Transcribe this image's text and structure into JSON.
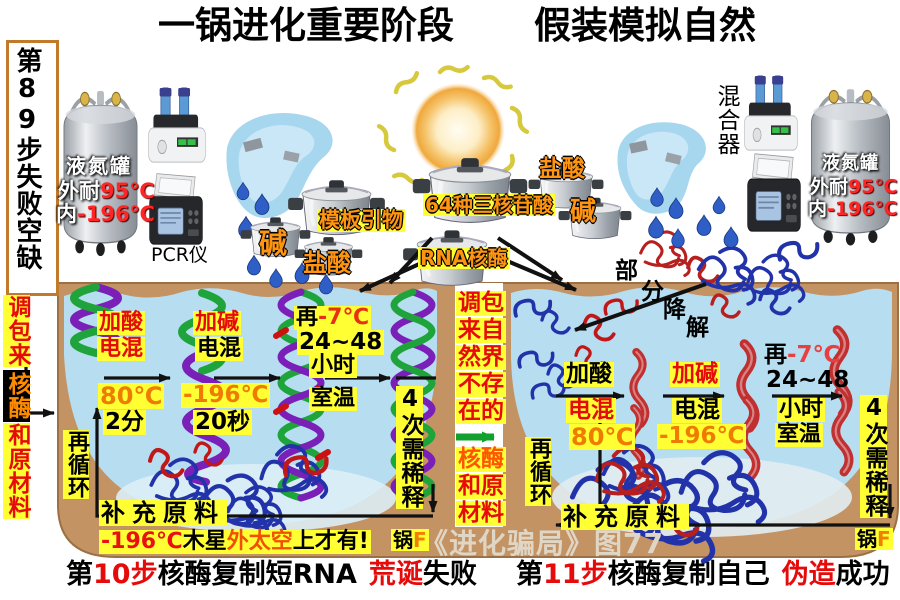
{
  "colors": {
    "yellow_bg": "#ffff33",
    "red_text": "#e60b0b",
    "orange_temp": "#ef7c00",
    "orange_label": "#ff9410",
    "pot_tan": "#c49364",
    "liquid_blue": "#b7ddf1"
  },
  "title": {
    "left": "一锅进化重要阶段",
    "right": "假装模拟自然"
  },
  "sidebar": {
    "step_box": "第89步失败空缺",
    "swap_red": "调包来",
    "swap_dark": "核酶",
    "swap_tail": "和原材料"
  },
  "equipment": {
    "tank_name": "液氮罐",
    "tank_outer": "外耐",
    "tank_outer_temp": "95℃",
    "tank_inner": "内",
    "tank_inner_temp": "-196℃",
    "pcr_label": "PCR仪",
    "mixer_label": "混合器"
  },
  "cookers": {
    "template_primer": "模板引物",
    "base_left": "碱",
    "acid_left": "盐酸",
    "nucleotides": "64种三核苷酸",
    "rna_enzyme": "RNA核酶",
    "acid_right": "盐酸",
    "base_right": "碱"
  },
  "divider": {
    "r0": "调包",
    "r1": "来自",
    "r2": "然界",
    "r3": "不存",
    "r4": "在的",
    "r5": "核酶",
    "r6": "和原",
    "r7": "材料"
  },
  "left_pot": {
    "recycle": "再循环",
    "s1a": "加酸",
    "s1b": "电混",
    "s1temp": "80℃",
    "s1time": "2分",
    "s2a": "加碱",
    "s2b": "电混",
    "s2temp": "-196℃",
    "s2time": "20秒",
    "s3pre": "再",
    "s3temp": "-7℃",
    "s3range": "24~48",
    "s3unit": "小时",
    "s3cond": "室温",
    "dilute": "4次需稀释",
    "replenish": "补充原料",
    "note_temp": "-196℃",
    "note_b1": "木星",
    "note_hl": "外太空",
    "note_b2": "上才有!",
    "pot": "锅",
    "pot_id": "F"
  },
  "right_pot": {
    "deg1": "部",
    "deg2": "分",
    "deg3": "降",
    "deg4": "解",
    "recycle": "再循环",
    "s1a": "加酸",
    "s1b": "电混",
    "s1temp": "80℃",
    "s2a": "加碱",
    "s2b": "电混",
    "s2temp": "-196℃",
    "s3pre": "再",
    "s3temp": "-7℃",
    "s3range": "24~48",
    "s3unit": "小时",
    "s3cond": "室温",
    "dilute": "4次需稀释",
    "replenish": "补充原料",
    "pot": "锅",
    "pot_id": "F"
  },
  "watermark": "《进化骗局》图77",
  "captions": {
    "left": {
      "pre": "第",
      "num": "10",
      "step": "步",
      "main": "核酶复制短RNA",
      "hl": "荒诞",
      "tail": "失败"
    },
    "right": {
      "pre": "第",
      "num": "11",
      "step": "步",
      "main": "核酶复制自己",
      "hl": "伪造",
      "tail": "成功"
    }
  }
}
